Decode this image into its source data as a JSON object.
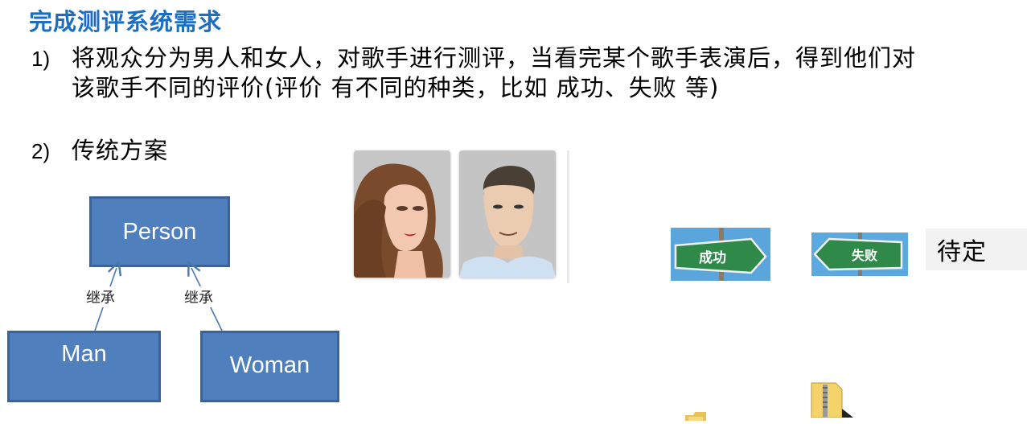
{
  "title": "完成测评系统需求",
  "items": [
    {
      "num": "1)",
      "line1": "将观众分为男人和女人，对歌手进行测评，当看完某个歌手表演后，得到他们对",
      "line2": "该歌手不同的评价(评价 有不同的种类，比如 成功、失败 等)"
    },
    {
      "num": "2)",
      "line1": "传统方案"
    }
  ],
  "diagram": {
    "parent": "Person",
    "children": [
      "Man",
      "Woman"
    ],
    "edge_label": "继承"
  },
  "evaluations": {
    "success": "成功",
    "failure": "失败",
    "pending": "待定"
  },
  "colors": {
    "title": "#1b6fc2",
    "box_fill": "#4f7fbd",
    "box_border": "#3a6399",
    "arrow": "#4a78b0"
  }
}
